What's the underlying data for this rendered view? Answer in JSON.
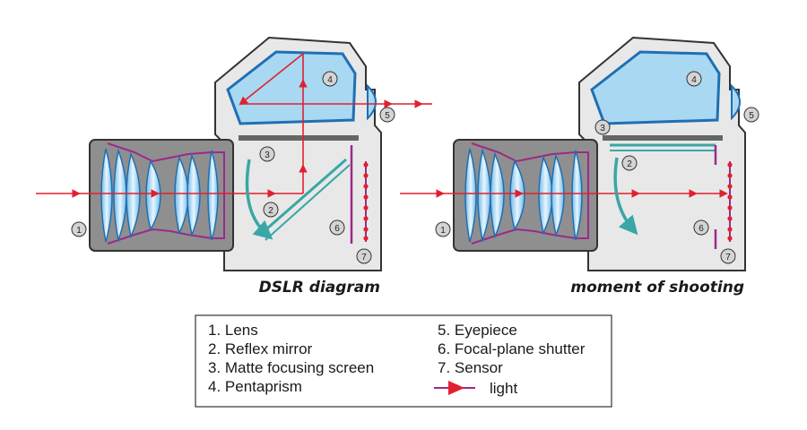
{
  "captions": {
    "left": "DSLR diagram",
    "right": "moment of shooting"
  },
  "part_numbers": [
    "1",
    "2",
    "3",
    "4",
    "5",
    "6",
    "7"
  ],
  "legend": {
    "items": [
      "1. Lens",
      "2. Reflex mirror",
      "3. Matte focusing screen",
      "4. Pentaprism",
      "5. Eyepiece",
      "6. Focal-plane shutter",
      "7. Sensor"
    ],
    "light_label": "light"
  },
  "colors": {
    "body_fill": "#e8e8e8",
    "lens_housing": "#8f8f8f",
    "glass": "#a8d8f2",
    "light_ray": "#e0202f",
    "mirror": "#3aa6a6",
    "purple": "#9a2a8a",
    "outline": "#333333"
  },
  "icons": {
    "light_arrow": "arrow-right-icon",
    "mirror_motion": "curved-arrow-icon"
  }
}
